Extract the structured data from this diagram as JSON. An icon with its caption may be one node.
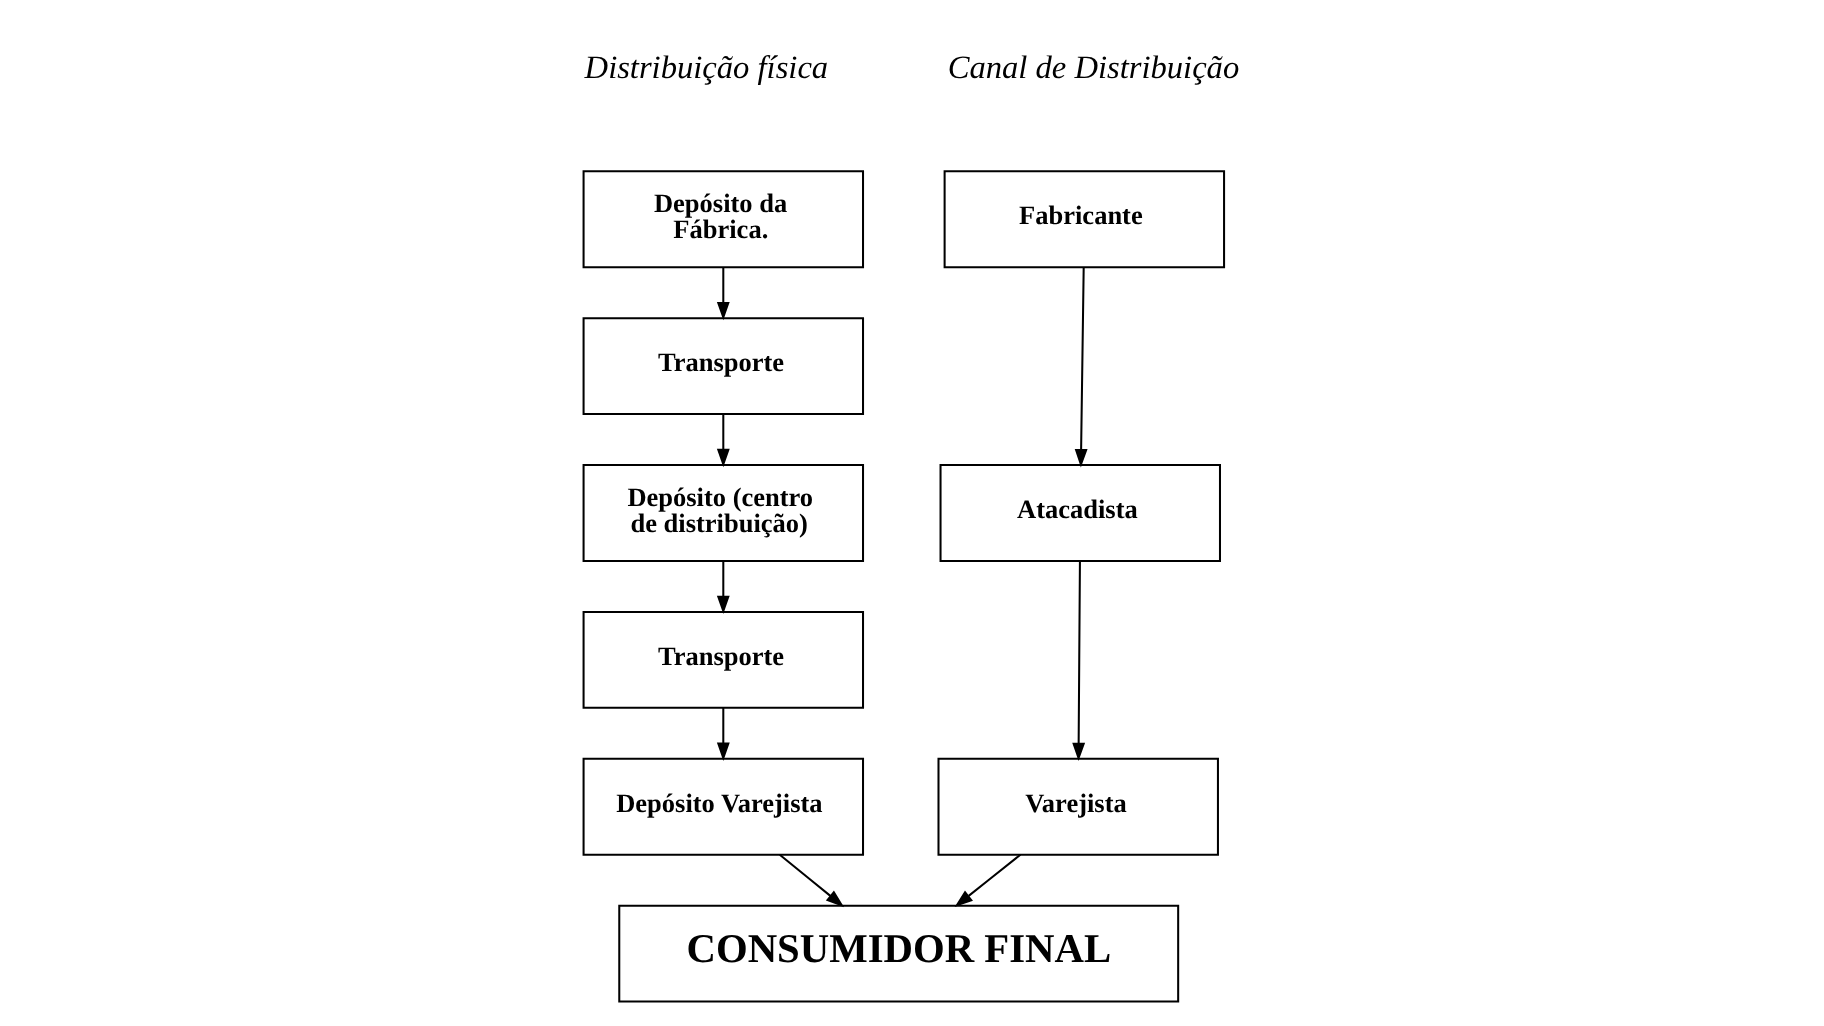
{
  "diagram": {
    "nodes": [
      {
        "text": [
          "Depósito da Fábrica."
        ]
      },
      {
        "text": [
          "Transporte"
        ]
      },
      {
        "text": [
          "Depósito (centro de distribuição)"
        ]
      },
      {
        "text": [
          "Transporte"
        ]
      },
      {
        "text": [
          "Depósito Varejista"
        ]
      },
      {
        "text": [
          "Fabricante"
        ]
      },
      {
        "text": [
          "Atacadista"
        ]
      },
      {
        "text": [
          "Varejista"
        ]
      },
      {
        "text": [
          "CONSUMIDOR FINAL"
        ]
      }
    ],
    "edges": [
      {
        "from": 0,
        "to": 1,
        "arrow": "to"
      },
      {
        "from": 1,
        "to": 2,
        "arrow": "to"
      },
      {
        "from": 2,
        "to": 3,
        "arrow": "to"
      },
      {
        "from": 3,
        "to": 4,
        "arrow": "to"
      },
      {
        "from": 4,
        "to": 8,
        "arrow": "to"
      },
      {
        "from": 5,
        "to": 6,
        "arrow": "to"
      },
      {
        "from": 6,
        "to": 7,
        "arrow": "to"
      },
      {
        "from": 7,
        "to": 8,
        "arrow": "to"
      }
    ],
    "labels": [
      "Distribuição física",
      "Canal de Distribuição"
    ]
  }
}
